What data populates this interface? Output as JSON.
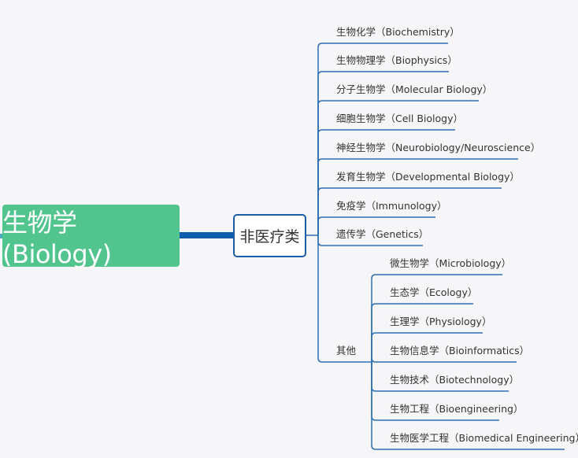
{
  "root": {
    "label": "生物学(Biology)"
  },
  "category": {
    "label": "非医疗类"
  },
  "leaves": [
    {
      "label": "生物化学（Biochemistry）"
    },
    {
      "label": "生物物理学（Biophysics）"
    },
    {
      "label": "分子生物学（Molecular Biology）"
    },
    {
      "label": "细胞生物学（Cell Biology）"
    },
    {
      "label": "神经生物学（Neurobiology/Neuroscience）"
    },
    {
      "label": "发育生物学（Developmental Biology）"
    },
    {
      "label": "免疫学（Immunology）"
    },
    {
      "label": "遗传学（Genetics）"
    }
  ],
  "other": {
    "label": "其他",
    "children": [
      {
        "label": "微生物学（Microbiology）"
      },
      {
        "label": "生态学（Ecology）"
      },
      {
        "label": "生理学（Physiology）"
      },
      {
        "label": "生物信息学（Bioinformatics）"
      },
      {
        "label": "生物技术（Biotechnology）"
      },
      {
        "label": "生物工程（Bioengineering）"
      },
      {
        "label": "生物医学工程（Biomedical Engineering）"
      }
    ]
  },
  "colors": {
    "root": "#52c48e",
    "line": "#2f6fb5",
    "thick": "#0f5fae"
  }
}
